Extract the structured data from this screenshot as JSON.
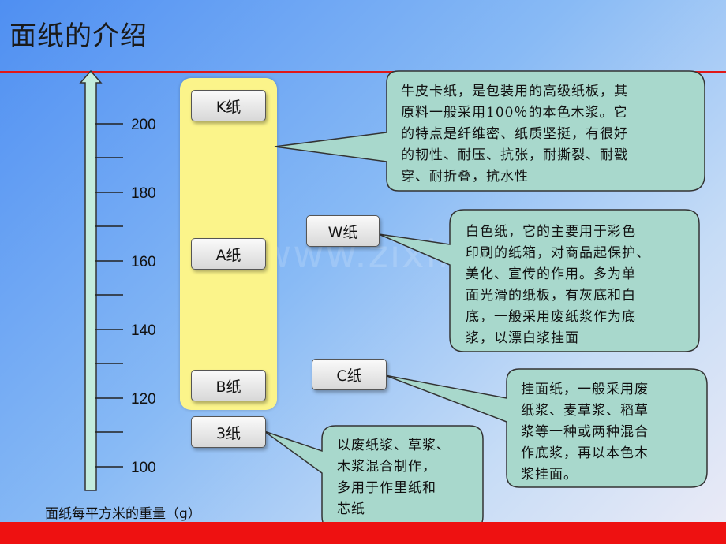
{
  "slide": {
    "title": "面纸的介绍",
    "watermark": "www.zixin.com.cn",
    "axis": {
      "caption": "面纸每平方米的重量（g）",
      "tick_labels": [
        "200",
        "180",
        "160",
        "140",
        "120",
        "100"
      ]
    },
    "tags": {
      "k": "K纸",
      "a": "A纸",
      "b": "B纸",
      "three": "3纸",
      "w": "W纸",
      "c": "C纸"
    },
    "callouts": {
      "k": "牛皮卡纸，是包装用的高级纸板，其\n原料一般采用100％的本色木浆。它\n的特点是纤维密、纸质坚挺，有很好\n的韧性、耐压、抗张，耐撕裂、耐戳\n穿、耐折叠，抗水性",
      "w": "白色纸，它的主要用于彩色\n印刷的纸箱，对商品起保护、\n美化、宣传的作用。多为单\n面光滑的纸板，有灰底和白\n底，一般采用废纸浆作为底\n浆，以漂白浆挂面",
      "c": "挂面纸，一般采用废\n纸浆、麦草浆、稻草\n浆等一种或两种混合\n作底浆，再以本色木\n浆挂面。",
      "three": "以废纸浆、草浆、\n木浆混合制作，\n多用于作里纸和\n芯纸"
    },
    "colors": {
      "accent_red": "#ee1111",
      "highlight_yellow": "#fbf48a",
      "callout_fill": "#a8d8cc",
      "arrow_fill": "#c3ecdd"
    }
  }
}
